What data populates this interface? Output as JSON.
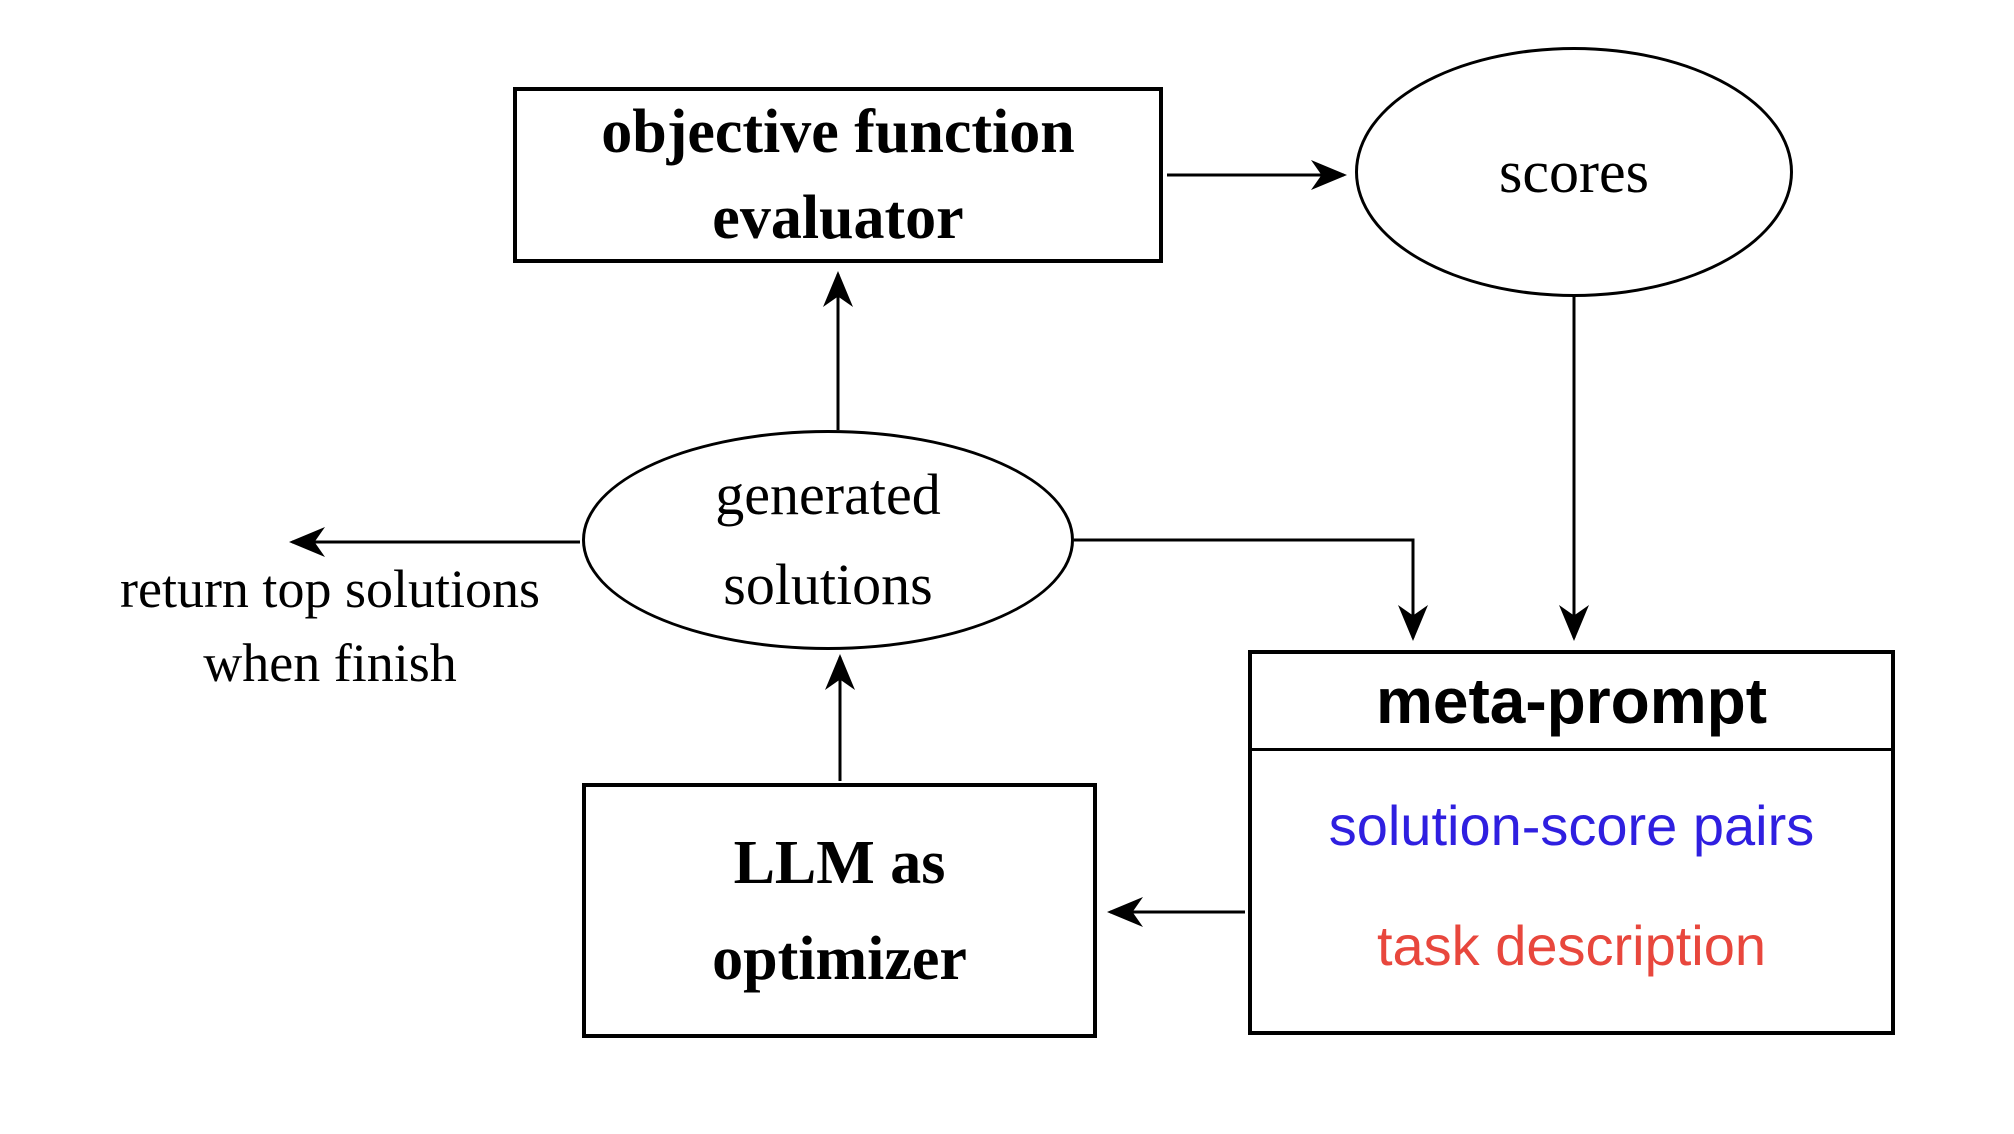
{
  "figure": {
    "background": "#ffffff",
    "line_color": "#000000",
    "nodes": {
      "objective_evaluator": {
        "shape": "rect",
        "line1": "objective function",
        "line2": "evaluator"
      },
      "scores": {
        "shape": "ellipse",
        "label": "scores"
      },
      "generated_solutions": {
        "shape": "ellipse",
        "line1": "generated",
        "line2": "solutions"
      },
      "llm_optimizer": {
        "shape": "rect",
        "line1": "LLM as",
        "line2": "optimizer"
      },
      "meta_prompt": {
        "shape": "rect",
        "title": "meta-prompt",
        "items": [
          {
            "label": "solution-score pairs",
            "color": "#2f1fe0"
          },
          {
            "label": "task description",
            "color": "#e8473d"
          }
        ]
      }
    },
    "annotation": {
      "line1": "return top solutions",
      "line2": "when finish"
    },
    "edges": [
      {
        "from": "objective_evaluator",
        "to": "scores"
      },
      {
        "from": "scores",
        "to": "meta_prompt"
      },
      {
        "from": "generated_solutions",
        "to": "objective_evaluator"
      },
      {
        "from": "generated_solutions",
        "to": "meta_prompt"
      },
      {
        "from": "generated_solutions",
        "to": "return-note"
      },
      {
        "from": "llm_optimizer",
        "to": "generated_solutions"
      },
      {
        "from": "meta_prompt",
        "to": "llm_optimizer"
      }
    ]
  }
}
